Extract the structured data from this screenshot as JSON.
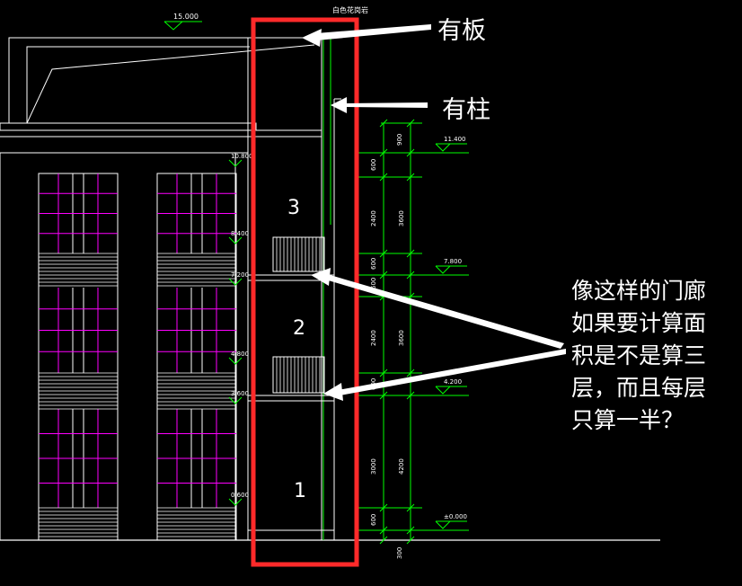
{
  "annotations": {
    "slab_label": "有板",
    "column_label": "有柱",
    "question_lines": [
      "像这样的门廊",
      "如果要计算面",
      "积是不是算三",
      "层，而且每层",
      "只算一半？"
    ]
  },
  "floor_numbers": [
    "3",
    "2",
    "1"
  ],
  "drawing": {
    "top_note": "白色花岗岩",
    "elevations": {
      "roof": "15.000",
      "top_right": "11.400",
      "left_top": "10.800",
      "left_third": "8.400",
      "right_mid": "7.800",
      "left_mid": "7.200",
      "left_lower": "4.800",
      "right_lower": "4.200",
      "left_second": "3.600",
      "left_ground": "0.600",
      "ground": "±0.000"
    },
    "dimensions": {
      "inner": [
        "900",
        "600",
        "2400",
        "600",
        "600",
        "2400",
        "600",
        "3000",
        "600"
      ],
      "outer": [
        "3600",
        "3600",
        "4200"
      ],
      "bottom": "300"
    }
  },
  "colors": {
    "background": "#000000",
    "lines": "#ffffff",
    "window_frames": "#ff00ff",
    "dimension_lines": "#00ff00",
    "highlight_box": "#ff2a2a"
  }
}
